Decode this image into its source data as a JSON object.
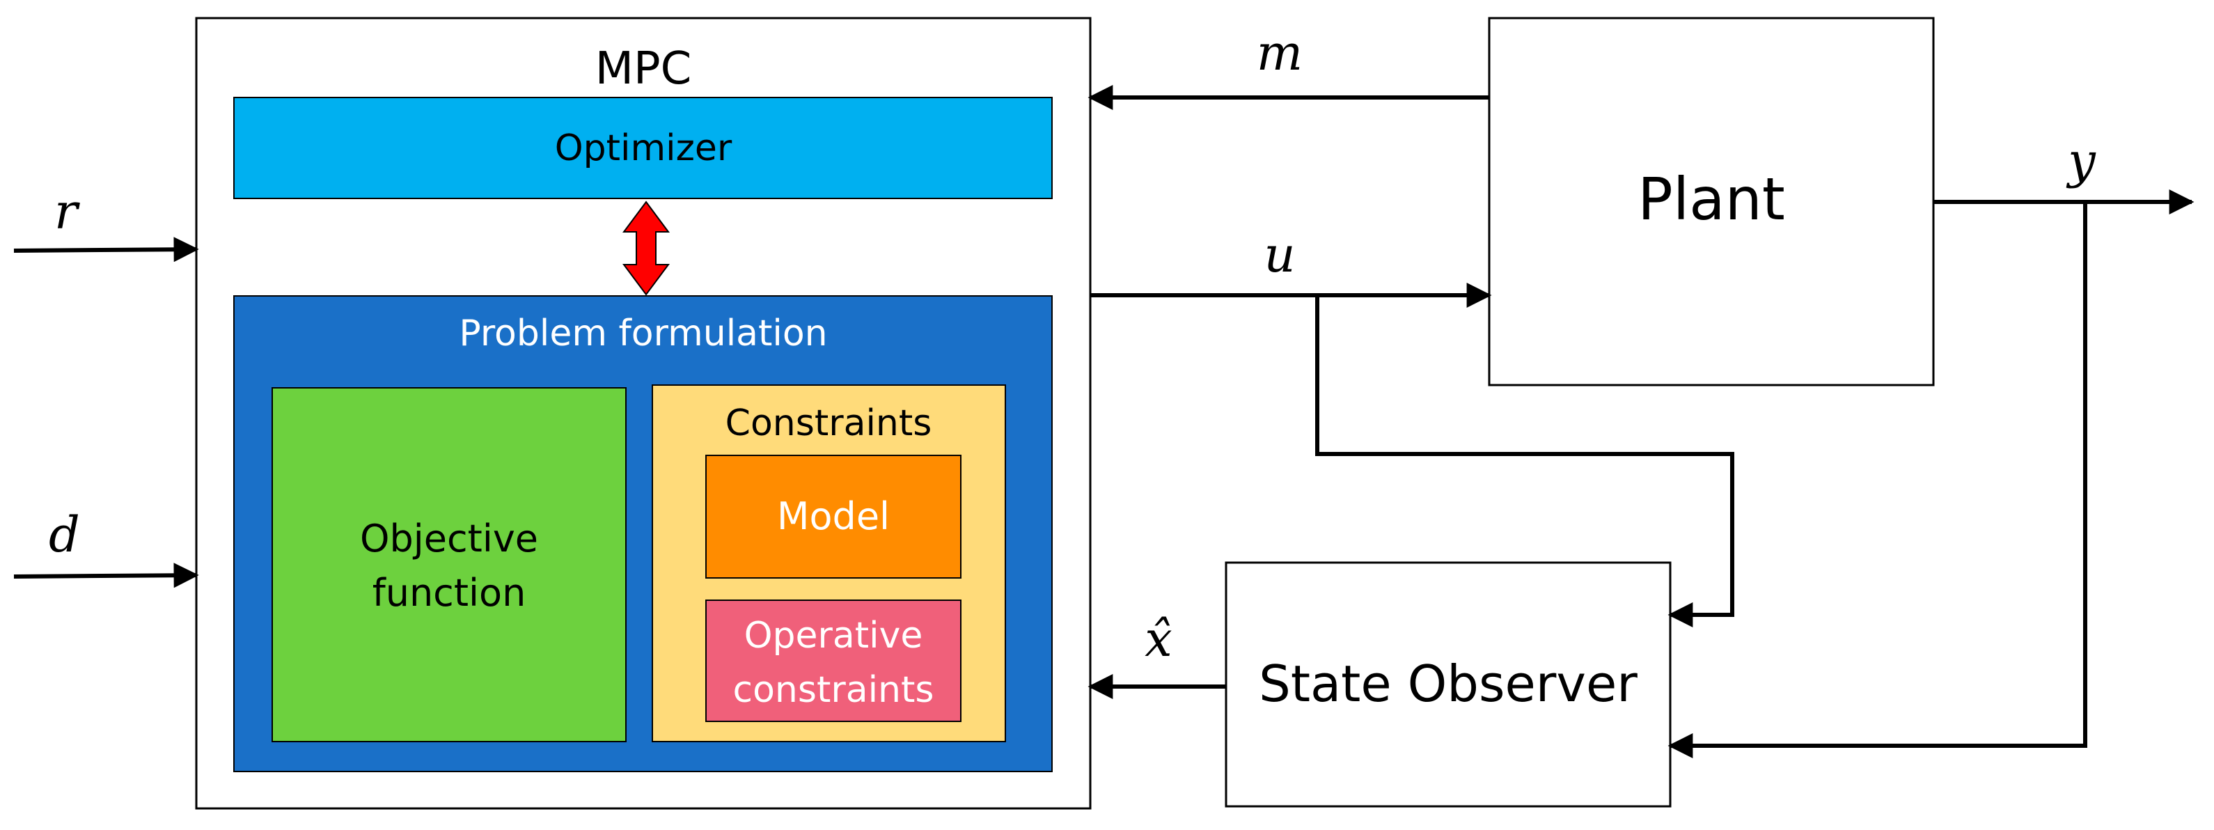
{
  "mpc": {
    "title": "MPC",
    "optimizer_label": "Optimizer",
    "problem_formulation": {
      "title": "Problem formulation",
      "objective_label_line1": "Objective",
      "objective_label_line2": "function",
      "constraints": {
        "title": "Constraints",
        "model_label": "Model",
        "operative_label_line1": "Operative",
        "operative_label_line2": "constraints"
      }
    }
  },
  "plant_label": "Plant",
  "observer_label": "State Observer",
  "signals": {
    "r": "r",
    "d": "d",
    "m": "m",
    "u": "u",
    "y": "y",
    "x_hat": "x̂"
  },
  "colors": {
    "optimizer": "#00B0F0",
    "problem_formulation": "#1A70C8",
    "objective": "#6DD13E",
    "constraints": "#FFDB7A",
    "model": "#FF8C00",
    "operative": "#F0607A",
    "bidirectional_arrow": "#FF0000"
  }
}
